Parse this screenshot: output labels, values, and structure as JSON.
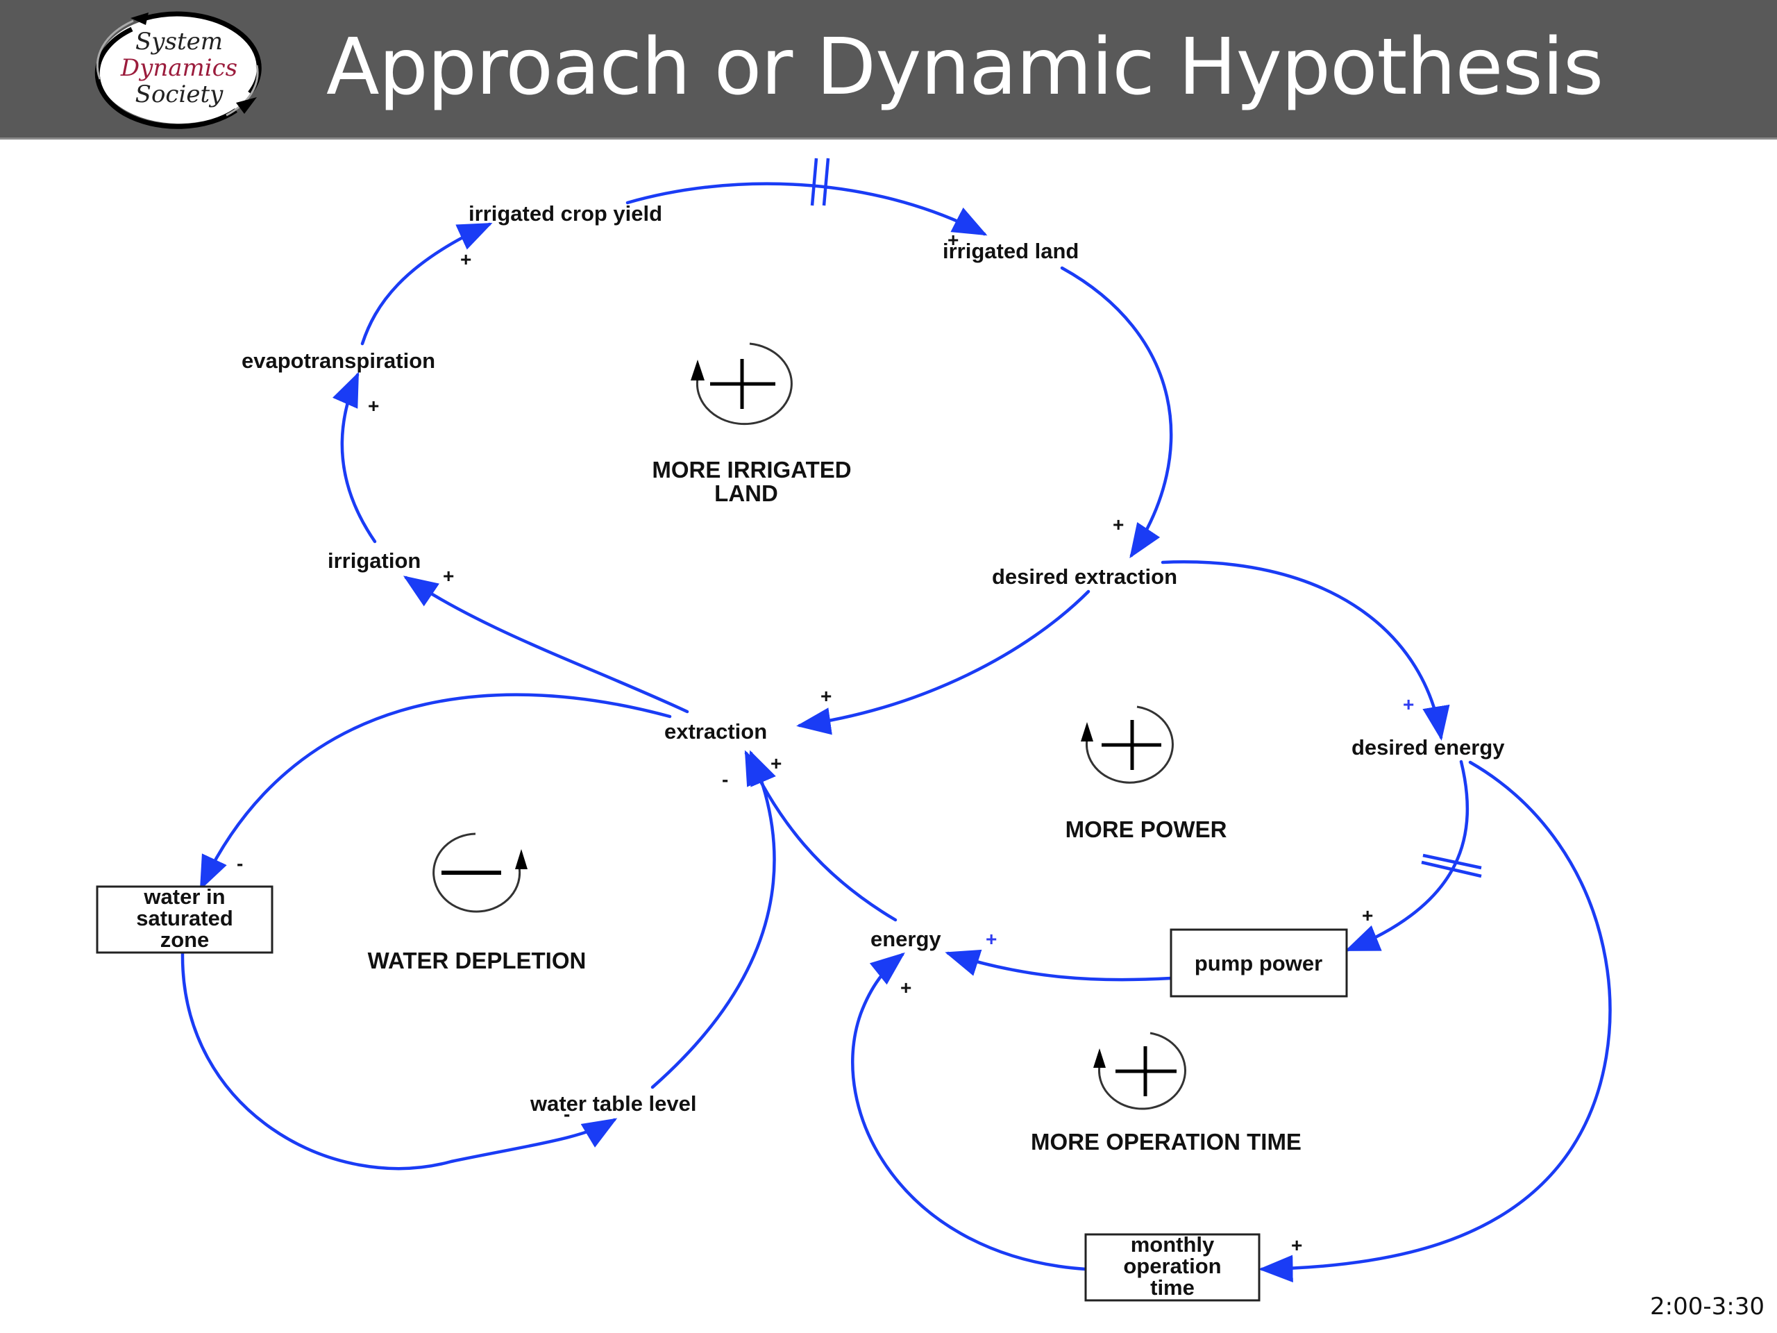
{
  "header": {
    "title": "Approach or Dynamic Hypothesis",
    "logo": {
      "line1": "System",
      "line2": "Dynamics",
      "line3": "Society",
      "accent_color": "#9b1c3c"
    },
    "background_color": "#595959"
  },
  "diagram": {
    "link_color": "#1a3cf5",
    "variables": {
      "irrigated_crop_yield": "irrigated crop yield",
      "irrigated_land": "irrigated land",
      "evapotranspiration": "evapotranspiration",
      "irrigation": "irrigation",
      "desired_extraction": "desired extraction",
      "extraction": "extraction",
      "desired_energy": "desired energy",
      "energy": "energy",
      "water_table_level": "water table level"
    },
    "stocks": {
      "water_in_saturated_zone": [
        "water in",
        "saturated",
        "zone"
      ],
      "pump_power": [
        "pump power"
      ],
      "monthly_operation_time": [
        "monthly",
        "operation",
        "time"
      ]
    },
    "loops": [
      {
        "id": "more_irrigated_land",
        "polarity": "+",
        "type": "reinforcing",
        "label_lines": [
          "MORE IRRIGATED",
          "LAND"
        ]
      },
      {
        "id": "more_power",
        "polarity": "+",
        "type": "reinforcing",
        "label_lines": [
          "MORE POWER"
        ]
      },
      {
        "id": "water_depletion",
        "polarity": "—",
        "type": "balancing",
        "label_lines": [
          "WATER DEPLETION"
        ]
      },
      {
        "id": "more_operation_time",
        "polarity": "+",
        "type": "reinforcing",
        "label_lines": [
          "MORE OPERATION TIME"
        ]
      }
    ],
    "links": [
      {
        "from": "irrigated crop yield",
        "to": "irrigated land",
        "polarity": "+",
        "delay": true
      },
      {
        "from": "irrigated land",
        "to": "desired extraction",
        "polarity": "+",
        "delay": false
      },
      {
        "from": "desired extraction",
        "to": "extraction",
        "polarity": "+",
        "delay": false
      },
      {
        "from": "extraction",
        "to": "irrigation",
        "polarity": "+",
        "delay": false
      },
      {
        "from": "irrigation",
        "to": "evapotranspiration",
        "polarity": "+",
        "delay": false
      },
      {
        "from": "evapotranspiration",
        "to": "irrigated crop yield",
        "polarity": "+",
        "delay": false
      },
      {
        "from": "desired extraction",
        "to": "desired energy",
        "polarity": "+",
        "delay": false
      },
      {
        "from": "desired energy",
        "to": "pump power",
        "polarity": "+",
        "delay": true
      },
      {
        "from": "pump power",
        "to": "energy",
        "polarity": "+",
        "delay": false
      },
      {
        "from": "energy",
        "to": "extraction",
        "polarity": "+",
        "delay": false
      },
      {
        "from": "extraction",
        "to": "water in saturated zone",
        "polarity": "-",
        "delay": false
      },
      {
        "from": "water in saturated zone",
        "to": "water table level",
        "polarity": "-",
        "delay": false
      },
      {
        "from": "water table level",
        "to": "extraction",
        "polarity": "-",
        "delay": false
      },
      {
        "from": "desired energy",
        "to": "monthly operation time",
        "polarity": "+",
        "delay": false
      },
      {
        "from": "monthly operation time",
        "to": "energy",
        "polarity": "+",
        "delay": false
      }
    ],
    "polarity_marks": {
      "plus": "+",
      "minus": "-"
    }
  },
  "footer": {
    "timecode": "2:00-3:30"
  }
}
